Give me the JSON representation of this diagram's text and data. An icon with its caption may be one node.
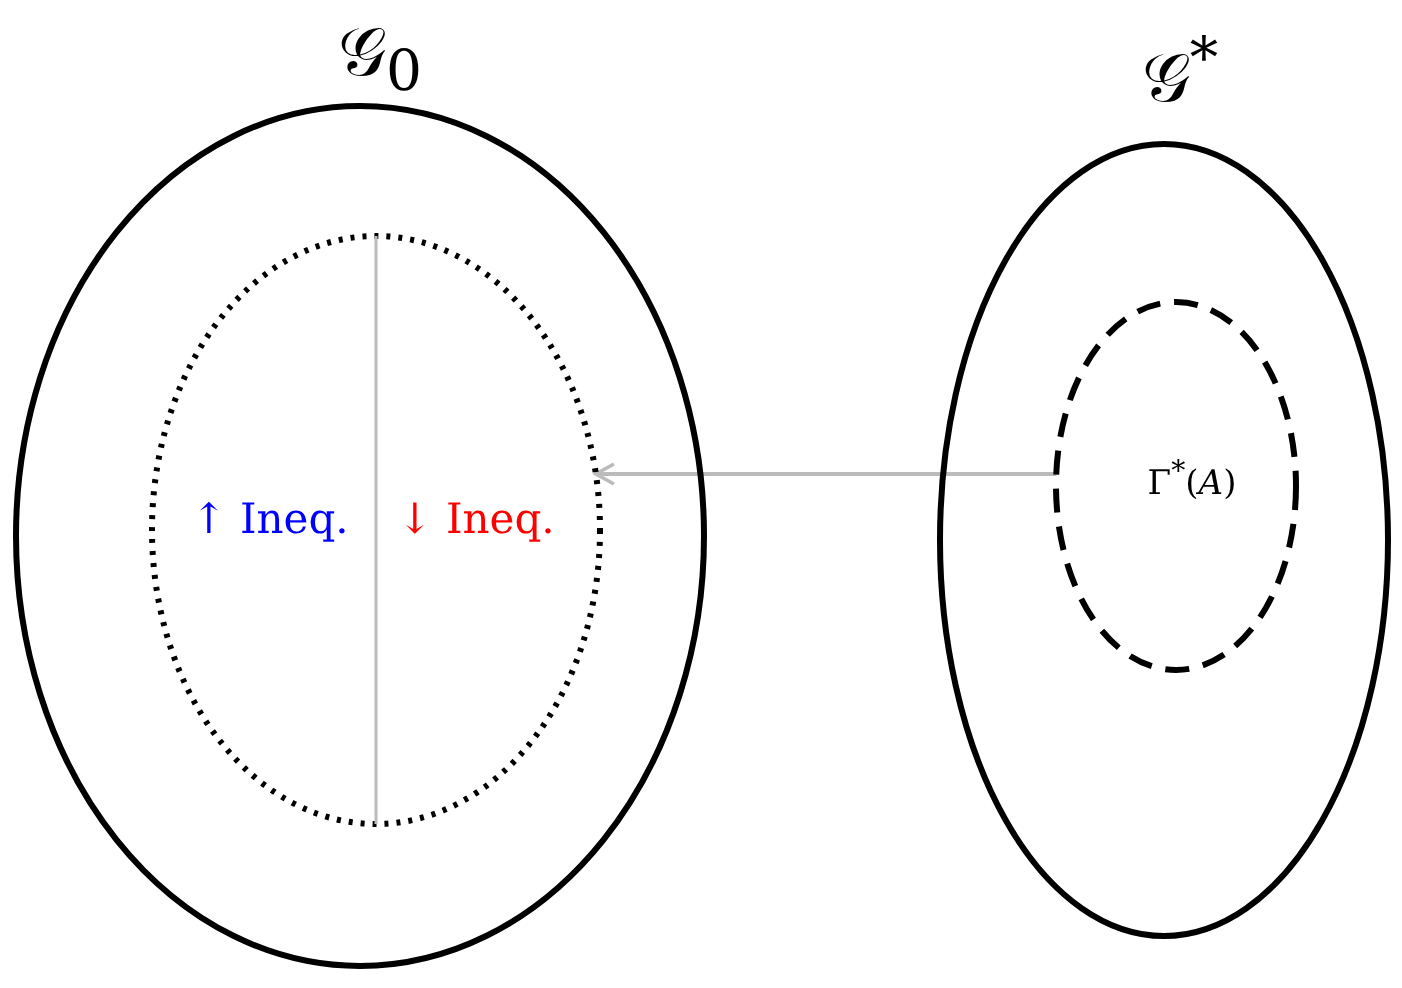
{
  "diagram": {
    "nodes": [
      {
        "text": [
          "𝒢$_{0}$"
        ]
      },
      {
        "text": [
          "↑ Ineq.",
          "↓ Ineq."
        ],
        "in": 0
      },
      {
        "text": [
          "𝒢$^{*}$"
        ]
      },
      {
        "text": [
          "Γ$^{*}$(*A*)"
        ],
        "in": 2
      }
    ],
    "edges": [
      {
        "from": 3,
        "to": 1,
        "arrow": "to",
        "color": "#bbbbbb"
      }
    ]
  }
}
